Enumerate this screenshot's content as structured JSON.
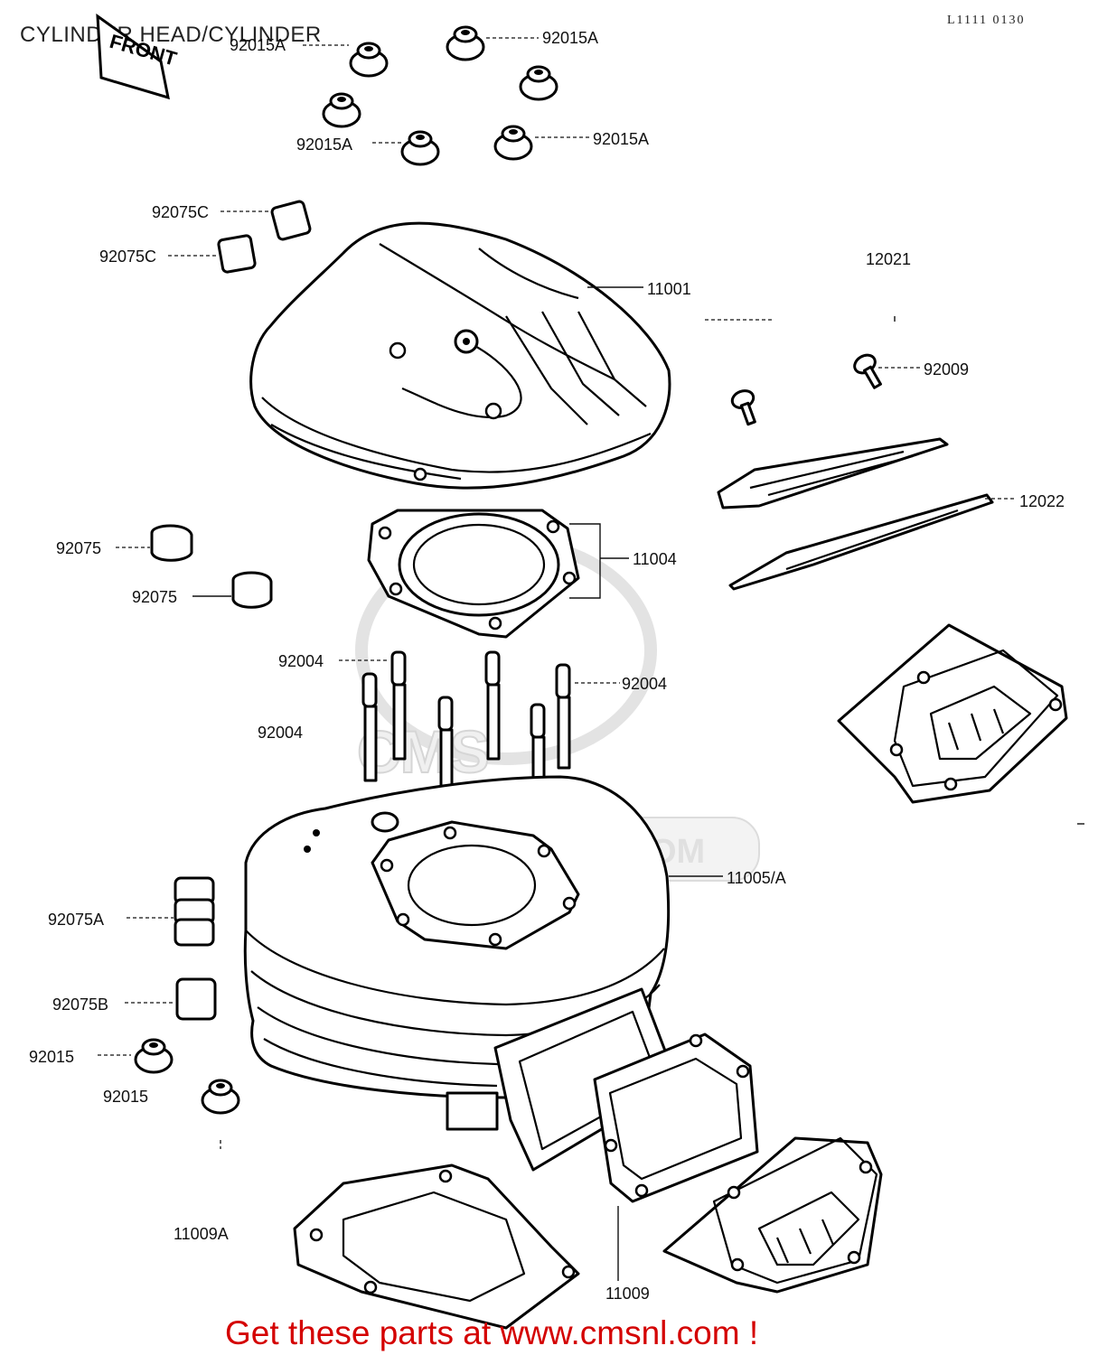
{
  "title": "CYLINDER HEAD/CYLINDER",
  "diagram_code": "L1111 0130",
  "front_marker": "FRONT",
  "watermark": {
    "main": "CMS",
    "site": "WWW.CMSNL.COM"
  },
  "promo_text": "Get these parts at www.cmsnl.com !",
  "callouts": {
    "c92015A_1": "92015A",
    "c92015A_2": "92015A",
    "c92015A_3": "92015A",
    "c92015A_4": "92015A",
    "c92075C_1": "92075C",
    "c92075C_2": "92075C",
    "c11001": "11001",
    "c12021": "12021",
    "c92009": "92009",
    "c12022": "12022",
    "c92075_1": "92075",
    "c92075_2": "92075",
    "c11004": "11004",
    "c92004_1": "92004",
    "c92004_2": "92004",
    "c92004_3": "92004",
    "c11005A": "11005/A",
    "c92075A": "92075A",
    "c92075B": "92075B",
    "c92015_1": "92015",
    "c92015_2": "92015",
    "c11009A": "11009A",
    "c11009": "11009"
  }
}
